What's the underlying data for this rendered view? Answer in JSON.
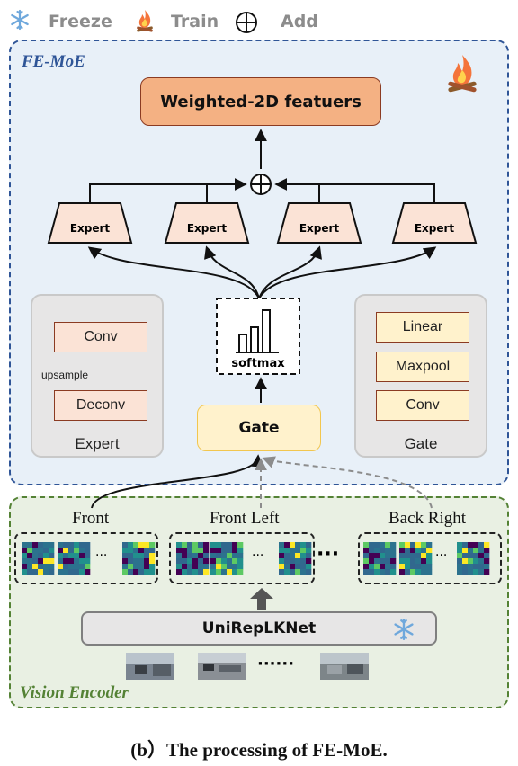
{
  "legend": {
    "freeze_label": "Freeze",
    "train_label": "Train",
    "add_label": "Add"
  },
  "fe_moe": {
    "title": "FE-MoE",
    "output_label": "Weighted-2D featuers",
    "expert_label": "Expert",
    "softmax_label": "softmax",
    "gate_label": "Gate",
    "expert_detail": {
      "title": "Expert",
      "top_box": "Conv",
      "bottom_box": "Deconv",
      "arrow_label": "upsample"
    },
    "gate_detail": {
      "title": "Gate",
      "boxes": [
        "Linear",
        "Maxpool",
        "Conv"
      ]
    }
  },
  "vision_encoder": {
    "title": "Vision Encoder",
    "groups": [
      "Front",
      "Front Left",
      "Back Right"
    ],
    "backbone_label": "UniRepLKNet",
    "ellipsis_small": "···",
    "ellipsis_big": "···",
    "ellipsis_images": "······"
  },
  "caption": "(b）The processing of FE-MoE.",
  "colors": {
    "panel_blue_bg": "#e8f0f8",
    "panel_green_bg": "#e9f0e3",
    "output_fill": "#f4b183",
    "expert_fill": "#fbe3d6",
    "gate_fill": "#fff2cc"
  }
}
